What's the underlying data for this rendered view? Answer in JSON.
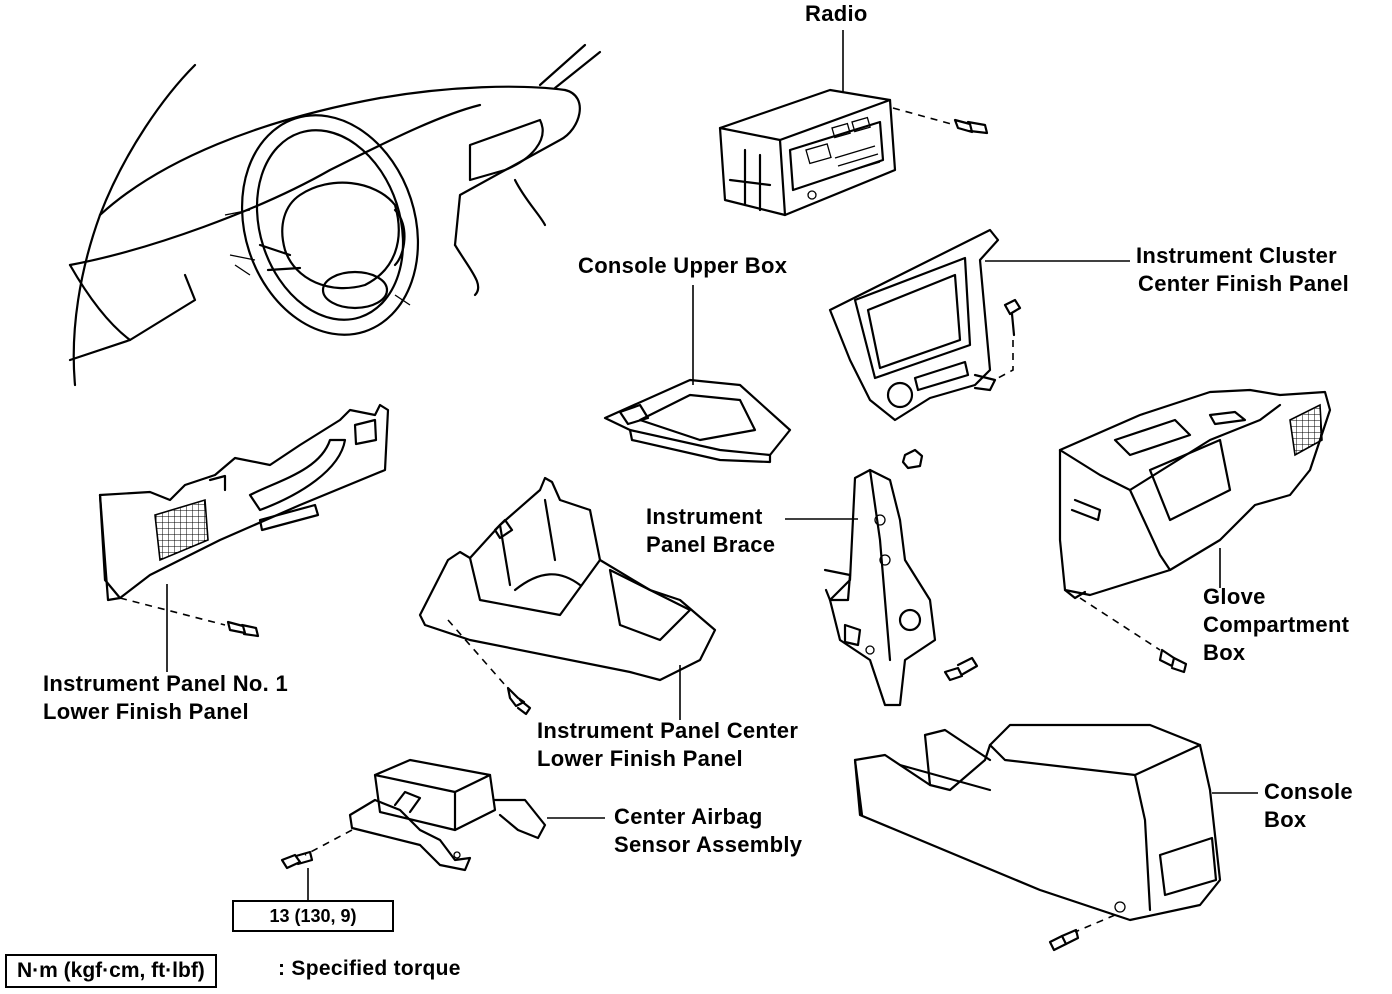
{
  "labels": {
    "radio": "Radio",
    "console_upper_box": "Console Upper Box",
    "cluster_panel_1": "Instrument Cluster",
    "cluster_panel_2": "Center Finish Panel",
    "brace_1": "Instrument",
    "brace_2": "Panel Brace",
    "glove_1": "Glove",
    "glove_2": "Compartment",
    "glove_3": "Box",
    "lower_panel_1": "Instrument Panel No. 1",
    "lower_panel_2": "Lower Finish Panel",
    "center_lower_1": "Instrument Panel Center",
    "center_lower_2": "Lower Finish Panel",
    "airbag_1": "Center Airbag",
    "airbag_2": "Sensor Assembly",
    "console_box_1": "Console",
    "console_box_2": "Box"
  },
  "torque": {
    "value": "13 (130, 9)"
  },
  "legend": {
    "units": "N·m (kgf·cm, ft·lbf)",
    "description": ": Specified torque"
  }
}
